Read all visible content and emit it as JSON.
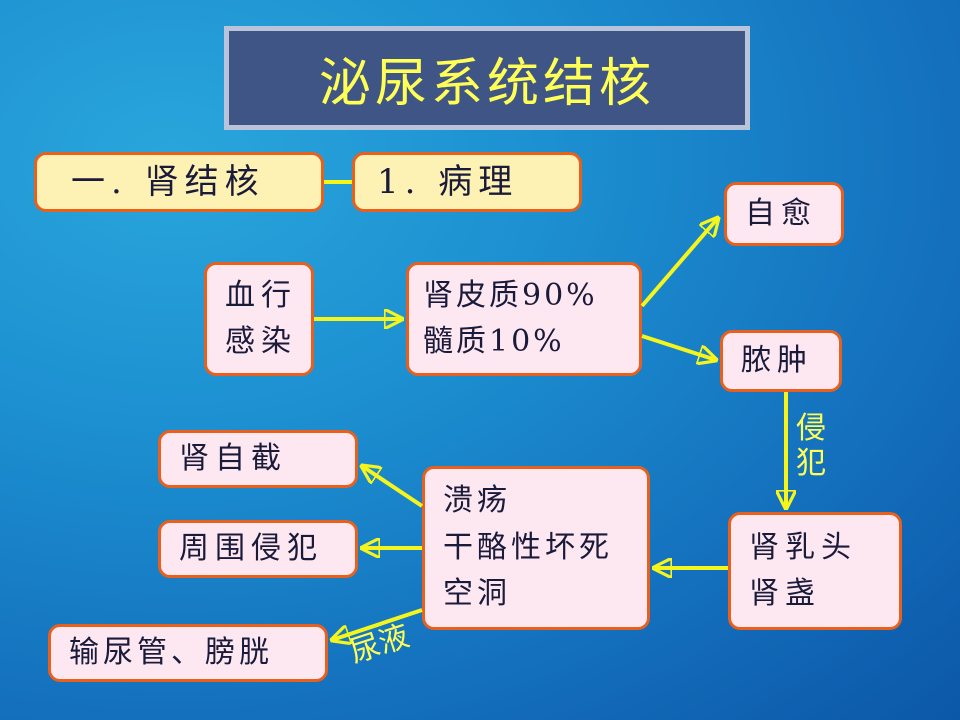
{
  "title": "泌尿系统结核",
  "section_label": "一. 肾结核",
  "subsection_label": "1. 病理",
  "nodes": {
    "hematogenous": {
      "lines": [
        "血行",
        "感染"
      ]
    },
    "cortex": {
      "lines": [
        "肾皮质90%",
        "髓质10%"
      ]
    },
    "self_heal": {
      "lines": [
        "自愈"
      ]
    },
    "abscess": {
      "lines": [
        "脓肿"
      ]
    },
    "papilla": {
      "lines": [
        "肾乳头",
        "肾盏"
      ]
    },
    "ulcer": {
      "lines": [
        "溃疡",
        "干酪性坏死",
        "空洞"
      ]
    },
    "autonephrectomy": {
      "lines": [
        "肾自截"
      ]
    },
    "surround": {
      "lines": [
        "周围侵犯"
      ]
    },
    "ureter": {
      "lines": [
        "输尿管、膀胱"
      ]
    }
  },
  "edge_labels": {
    "invade": [
      "侵",
      "犯"
    ],
    "urine": "尿液"
  },
  "colors": {
    "arrow": "#f5f51c",
    "box_border": "#e8601c",
    "box_fill": "#fde8f2",
    "header_fill": "#fdf2b3",
    "title_fill": "#3f5585",
    "title_text": "#ffff55"
  }
}
